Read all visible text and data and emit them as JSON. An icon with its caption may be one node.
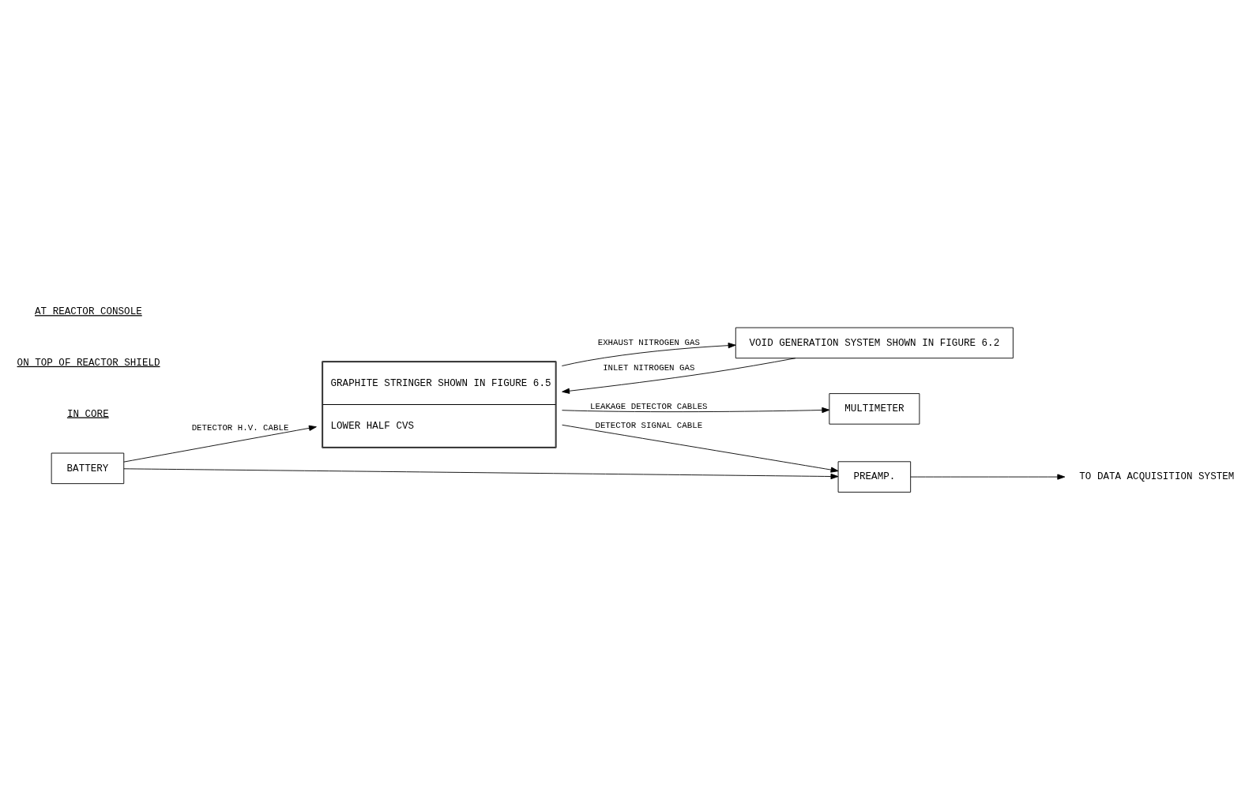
{
  "diagram": {
    "nodes": [
      {
        "text": [
          "GRAPHITE STRINGER SHOWN IN FIGURE 6.5",
          "LOWER HALF CVS"
        ]
      },
      {
        "text": [
          "VOID GENERATION SYSTEM SHOWN IN FIGURE 6.2"
        ]
      },
      {
        "text": [
          "MULTIMETER"
        ]
      },
      {
        "text": [
          "PREAMP."
        ]
      },
      {
        "text": [
          "BATTERY"
        ]
      },
      {
        "text": [
          "TO DATA ACQUISITION SYSTEM"
        ]
      }
    ],
    "edges": [
      {
        "from": 0,
        "to": 2,
        "arrow": "to",
        "label": "LEAKAGE DETECTOR CABLES"
      },
      {
        "from": 0,
        "to": 1,
        "arrow": "to",
        "label": "EXHAUST NITROGEN GAS"
      },
      {
        "from": 1,
        "to": 0,
        "arrow": "to",
        "label": "INLET NITROGEN GAS"
      },
      {
        "from": 4,
        "to": 0,
        "arrow": "to",
        "label": "DETECTOR H.V. CABLE"
      },
      {
        "from": 0,
        "to": 3,
        "arrow": "to",
        "label": "DETECTOR SIGNAL CABLE"
      },
      {
        "from": 4,
        "to": 3,
        "arrow": "to"
      },
      {
        "from": 3,
        "to": 5,
        "arrow": "to"
      }
    ],
    "labels": [
      "IN CORE",
      "ON TOP OF REACTOR SHIELD",
      "AT REACTOR CONSOLE"
    ]
  }
}
